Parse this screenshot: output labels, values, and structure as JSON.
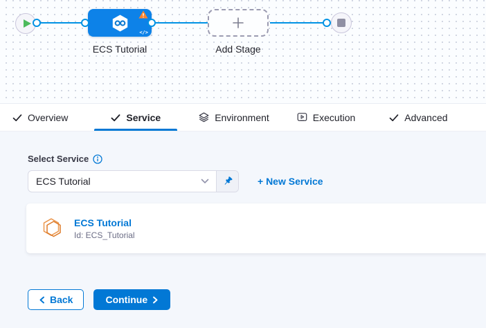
{
  "pipeline": {
    "stage": {
      "label": "ECS Tutorial",
      "icon": "cd-hexagon-infinity-icon",
      "badge": "warning-triangle-icon",
      "corner": "code-badge"
    },
    "add_stage": {
      "label": "Add Stage",
      "icon": "plus-icon"
    },
    "start_icon": "play-icon",
    "end_icon": "stop-icon"
  },
  "tabs": [
    {
      "label": "Overview",
      "icon": "check-icon",
      "active": false
    },
    {
      "label": "Service",
      "icon": "check-icon",
      "active": true
    },
    {
      "label": "Environment",
      "icon": "layers-icon",
      "active": false
    },
    {
      "label": "Execution",
      "icon": "execution-icon",
      "active": false
    },
    {
      "label": "Advanced",
      "icon": "check-icon",
      "active": false
    }
  ],
  "service_panel": {
    "label": "Select Service",
    "info_icon": "info-icon",
    "dropdown_value": "ECS Tutorial",
    "pin_icon": "pin-icon",
    "new_service_link": "+ New Service",
    "card": {
      "name": "ECS Tutorial",
      "id": "Id: ECS_Tutorial",
      "icon": "service-hexagon-icon"
    }
  },
  "footer": {
    "back_label": "Back",
    "continue_label": "Continue"
  },
  "colors": {
    "primary": "#0278d5",
    "line_blue": "#0092e4",
    "stage_node_blue": "#0d82e8",
    "warning_orange": "#ff832b",
    "play_green": "#4dba5c",
    "service_icon_orange": "#e8873c",
    "content_bg": "#f4f7fc"
  }
}
